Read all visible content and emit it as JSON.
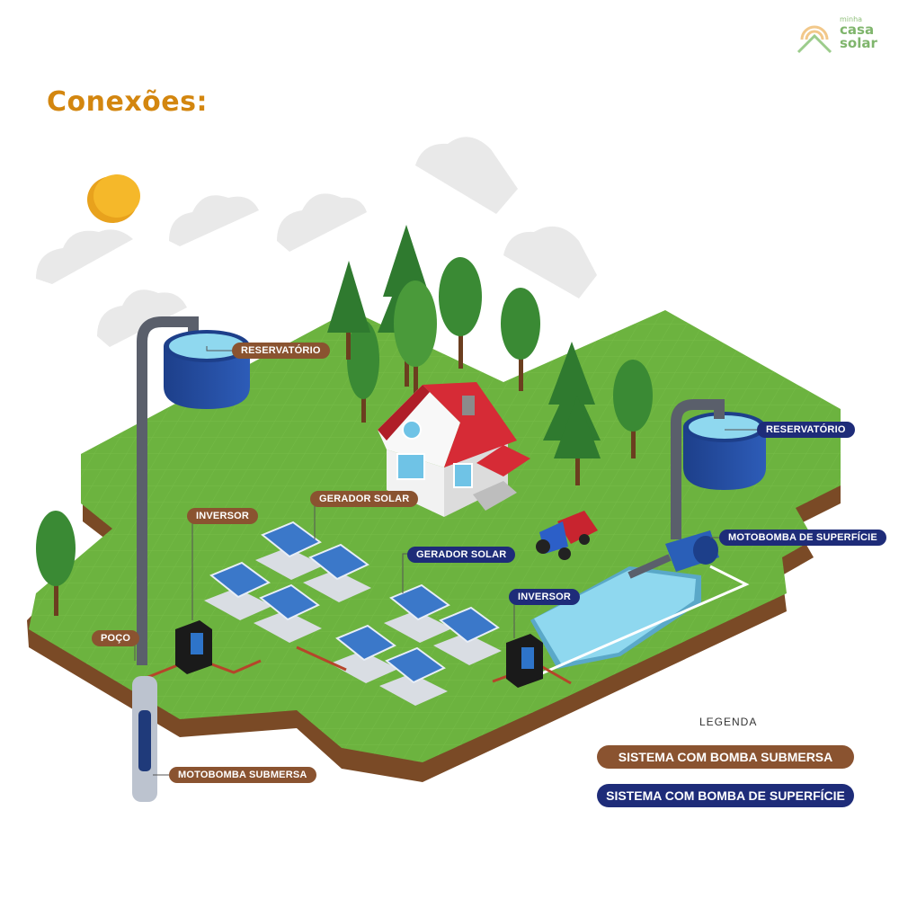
{
  "title": "Conexões:",
  "logo": {
    "line1": "minha",
    "line2": "casa",
    "line3": "solar"
  },
  "labels": {
    "reservatorio_left": "RESERVATÓRIO",
    "reservatorio_right": "RESERVATÓRIO",
    "gerador_solar_left": "GERADOR SOLAR",
    "gerador_solar_right": "GERADOR SOLAR",
    "inversor_left": "INVERSOR",
    "inversor_right": "INVERSOR",
    "poco": "POÇO",
    "motobomba_submersa": "MOTOBOMBA SUBMERSA",
    "motobomba_superficie": "MOTOBOMBA DE SUPERFÍCIE"
  },
  "legend": {
    "title": "LEGENDA",
    "items": [
      {
        "label": "SISTEMA COM BOMBA SUBMERSA",
        "color": "#8a5330"
      },
      {
        "label": "SISTEMA COM BOMBA DE SUPERFÍCIE",
        "color": "#1e2c79"
      }
    ]
  },
  "colors": {
    "title": "#d3860f",
    "grass": "#6cb33f",
    "soil": "#7a4a26",
    "water": "#7ecfe8",
    "tank": "#234a9a",
    "roof": "#d62b36"
  }
}
